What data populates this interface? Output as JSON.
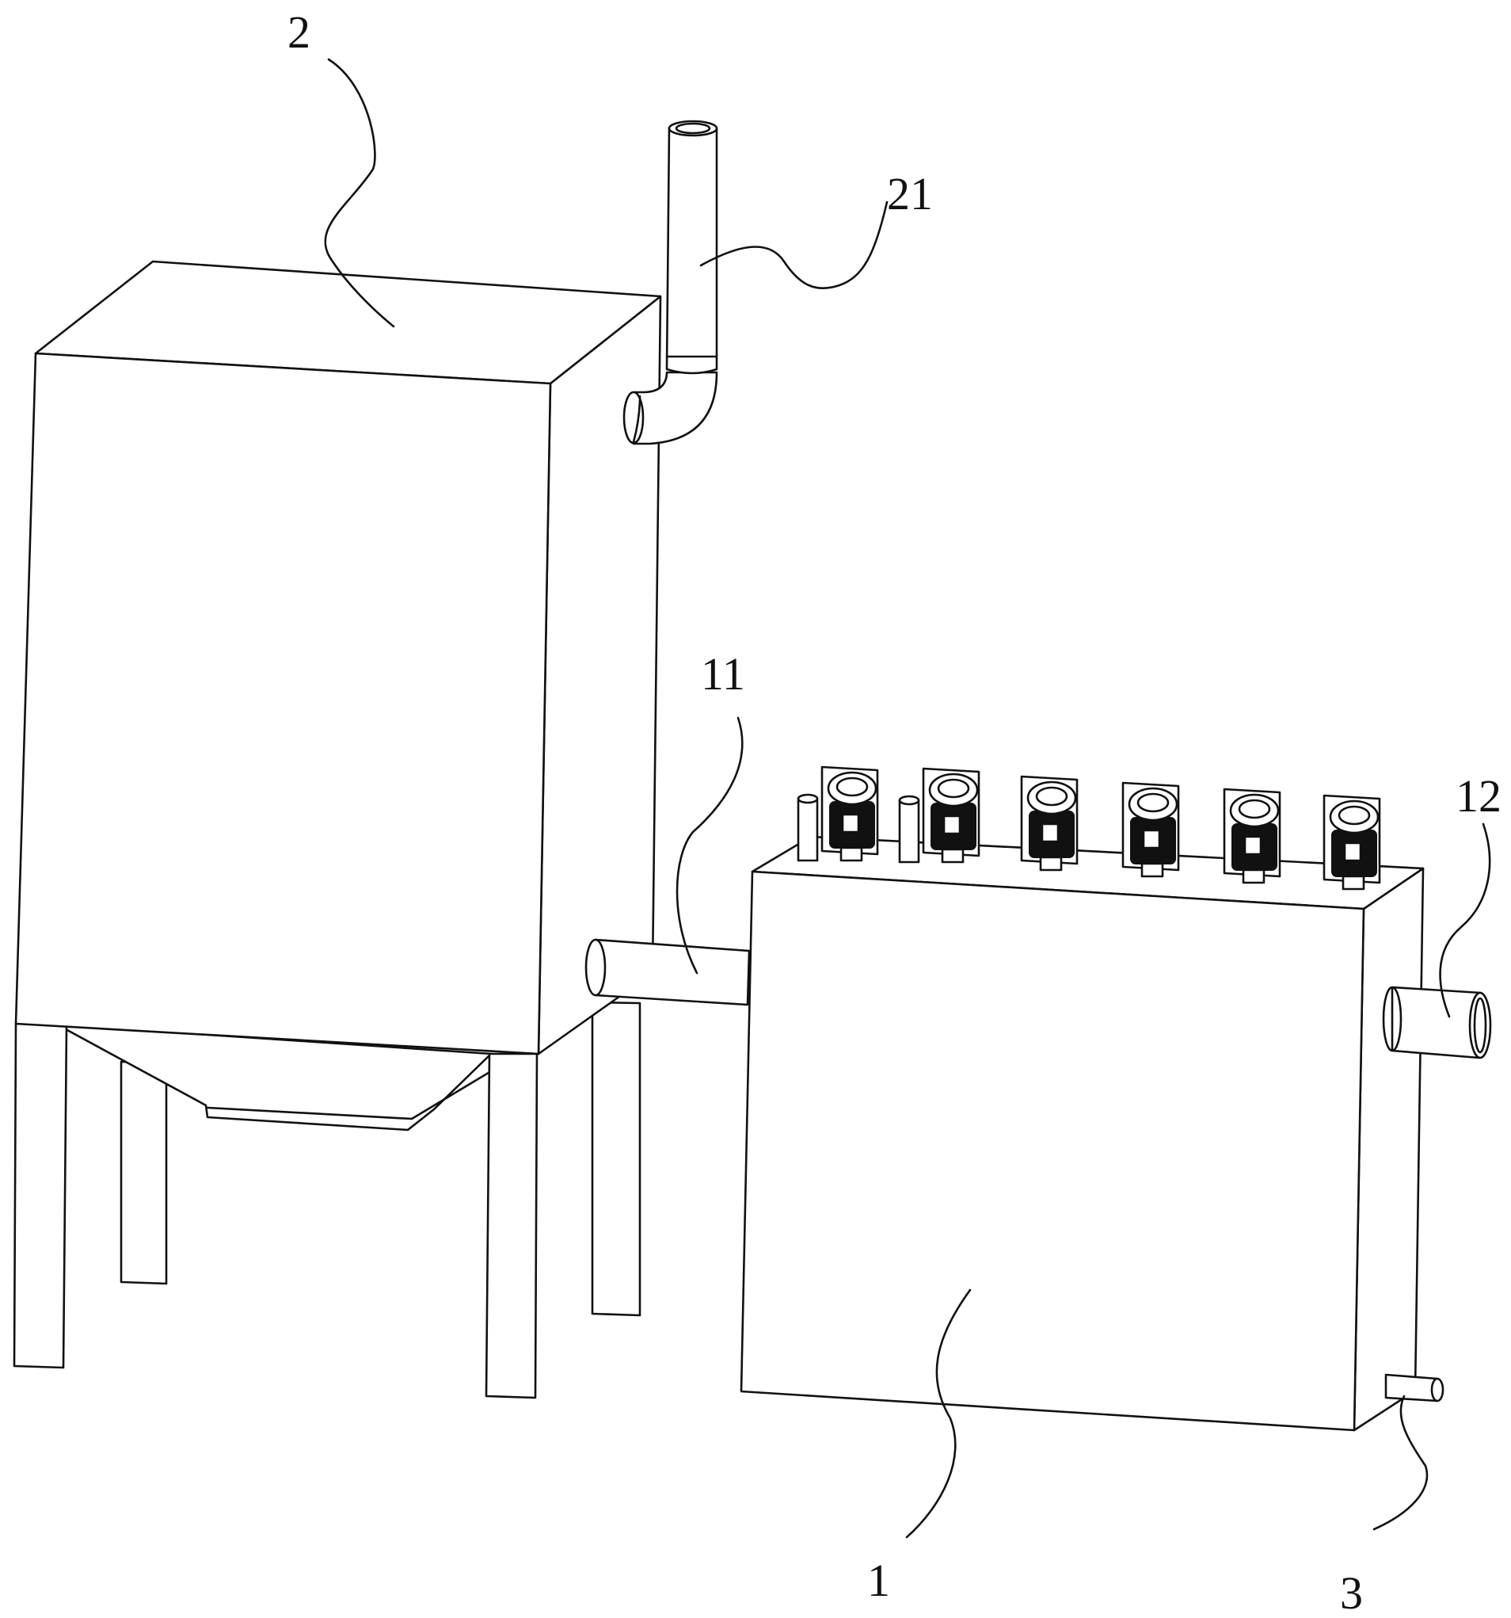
{
  "labels": {
    "settling_tank": "2",
    "vent_pipe": "21",
    "inlet_pipe": "11",
    "outlet_pipe": "12",
    "separator_box": "1",
    "drain_valve": "3"
  },
  "motor_count": 6,
  "colors": {
    "line": "#111111",
    "background": "#ffffff"
  }
}
